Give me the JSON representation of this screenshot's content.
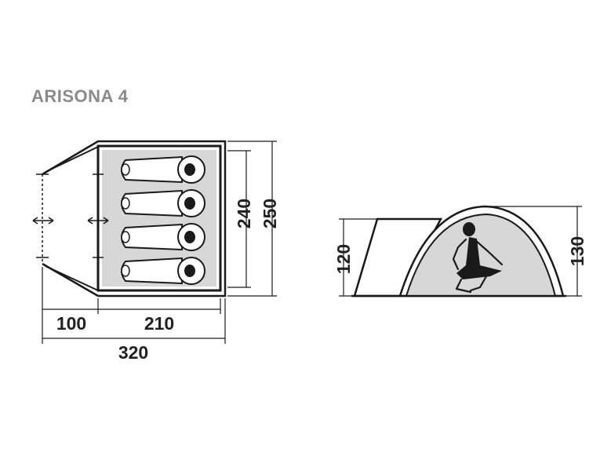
{
  "title": "ARISONA 4",
  "floor_plan": {
    "vestibule_depth": "100",
    "inner_length": "210",
    "total_length": "320",
    "inner_width": "240",
    "total_width": "250",
    "sleeping_places": 4
  },
  "side_view": {
    "vestibule_height": "120",
    "inner_height": "130"
  },
  "colors": {
    "outline": "#1a1a1a",
    "fill_gray": "#d7d7d7",
    "title_gray": "#8a8a8a"
  }
}
